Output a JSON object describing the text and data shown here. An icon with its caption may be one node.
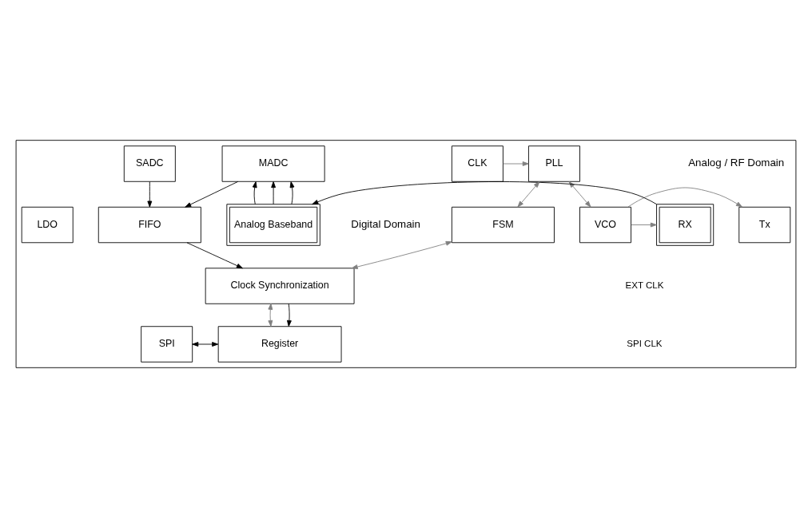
{
  "diagram": {
    "nodes": [
      {
        "text": [],
        "shape": "box"
      },
      {
        "text": [
          "Tx"
        ],
        "in": 0
      },
      {
        "text": [
          "VCO"
        ],
        "in": 0
      },
      {
        "text": [
          "RX"
        ],
        "in": 0
      },
      {
        "text": [
          "Analog Baseband"
        ],
        "in": 0
      },
      {
        "text": [
          "CLK"
        ],
        "in": 0
      },
      {
        "text": [
          "PLL"
        ],
        "in": 0
      },
      {
        "text": [
          "SADC"
        ],
        "in": 0
      },
      {
        "text": [
          "MADC"
        ],
        "in": 0
      },
      {
        "text": [
          "FSM"
        ],
        "in": 0
      },
      {
        "text": [
          "FIFO"
        ],
        "in": 0
      },
      {
        "text": [
          "LDO"
        ],
        "in": 0
      },
      {
        "text": [
          "Clock Synchronization"
        ],
        "in": 0
      },
      {
        "text": [
          "SPI"
        ],
        "in": 0
      },
      {
        "text": [
          "Register"
        ],
        "in": 0
      }
    ],
    "edges": [
      {
        "from": 2,
        "to": 1,
        "arrow": "to",
        "color": "#808080"
      },
      {
        "from": 2,
        "to": 3,
        "arrow": "to",
        "color": "#808080"
      },
      {
        "from": 3,
        "to": 4,
        "arrow": "to"
      },
      {
        "from": 4,
        "to": 8,
        "arrow": "to"
      },
      {
        "from": 4,
        "to": 8,
        "arrow": "to"
      },
      {
        "from": 4,
        "to": 8,
        "arrow": "to"
      },
      {
        "from": 2,
        "to": 6,
        "arrow": "both",
        "color": "#808080"
      },
      {
        "from": 5,
        "to": 6,
        "arrow": "to",
        "color": "#808080"
      },
      {
        "from": 6,
        "to": 9,
        "arrow": "both",
        "color": "#808080"
      },
      {
        "from": 7,
        "to": 10,
        "arrow": "to"
      },
      {
        "from": 8,
        "to": 10,
        "arrow": "to"
      },
      {
        "from": 9,
        "to": 12,
        "arrow": "both",
        "color": "#808080"
      },
      {
        "from": 10,
        "to": 12,
        "arrow": "to"
      },
      {
        "from": 12,
        "to": 14,
        "arrow": "both",
        "color": "#808080"
      },
      {
        "from": 12,
        "to": 14,
        "arrow": "to"
      },
      {
        "from": 13,
        "to": 14,
        "arrow": "both"
      }
    ],
    "labels": [
      "Analog / RF Domain",
      "Digital Domain",
      "EXT CLK",
      "SPI CLK"
    ]
  }
}
